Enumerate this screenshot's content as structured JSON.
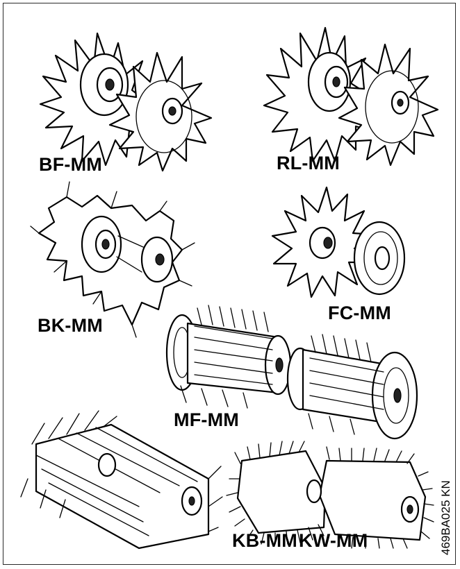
{
  "labels": {
    "bf": "BF-MM",
    "rl": "RL-MM",
    "bk": "BK-MM",
    "fc": "FC-MM",
    "mf": "MF-MM",
    "kb": "KB-MM",
    "kw": "KW-MM"
  },
  "figure_code": "469BA025 KN",
  "icons": [
    "bf-mm-attachment-icon",
    "rl-mm-attachment-icon",
    "bk-mm-attachment-icon",
    "fc-mm-attachment-icon",
    "mf-mm-attachment-icon",
    "kb-mm-attachment-icon",
    "kw-mm-attachment-icon"
  ]
}
